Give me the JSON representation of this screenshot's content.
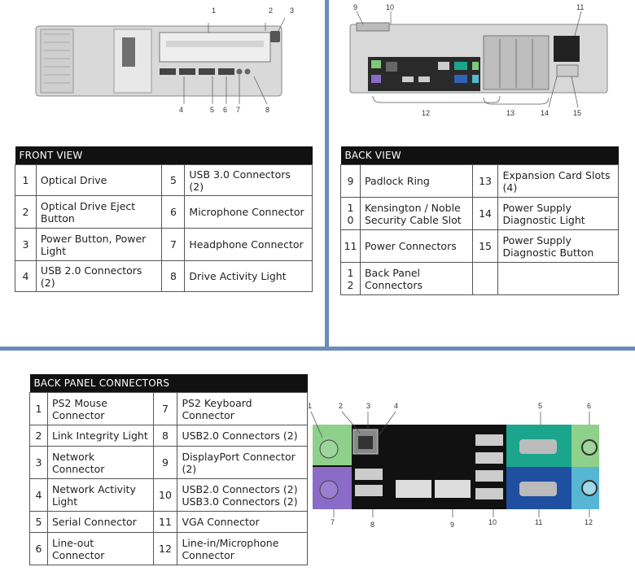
{
  "front_view": {
    "callouts": [
      "1",
      "2",
      "3",
      "4",
      "5",
      "6",
      "7",
      "8"
    ],
    "title": "FRONT VIEW",
    "rows": [
      {
        "n1": "1",
        "l1": "Optical Drive",
        "n2": "5",
        "l2": "USB 3.0 Connectors (2)"
      },
      {
        "n1": "2",
        "l1": "Optical Drive Eject Button",
        "n2": "6",
        "l2": "Microphone Connector"
      },
      {
        "n1": "3",
        "l1": "Power Button, Power Light",
        "n2": "7",
        "l2": "Headphone Connector"
      },
      {
        "n1": "4",
        "l1": "USB 2.0 Connectors (2)",
        "n2": "8",
        "l2": "Drive Activity Light"
      }
    ]
  },
  "back_view": {
    "callouts": [
      "9",
      "10",
      "11",
      "12",
      "13",
      "14",
      "15"
    ],
    "title": "BACK VIEW",
    "rows": [
      {
        "n1": "9",
        "l1": "Padlock Ring",
        "n2": "13",
        "l2": "Expansion Card Slots (4)"
      },
      {
        "n1": "1\n0",
        "l1": "Kensington / Noble Security Cable Slot",
        "n2": "14",
        "l2": "Power Supply Diagnostic Light"
      },
      {
        "n1": "11",
        "l1": "Power Connectors",
        "n2": "15",
        "l2": "Power Supply Diagnostic Button"
      },
      {
        "n1": "1\n2",
        "l1": "Back Panel Connectors",
        "n2": "",
        "l2": ""
      }
    ]
  },
  "back_panel": {
    "callouts": [
      "1",
      "2",
      "3",
      "4",
      "5",
      "6",
      "7",
      "8",
      "9",
      "10",
      "11",
      "12"
    ],
    "title": "BACK PANEL CONNECTORS",
    "rows": [
      {
        "n1": "1",
        "l1": "PS2 Mouse Connector",
        "n2": "7",
        "l2": "PS2 Keyboard Connector"
      },
      {
        "n1": "2",
        "l1": "Link Integrity Light",
        "n2": "8",
        "l2": "USB2.0 Connectors (2)"
      },
      {
        "n1": "3",
        "l1": "Network Connector",
        "n2": "9",
        "l2": "DisplayPort Connector (2)"
      },
      {
        "n1": "4",
        "l1": "Network Activity Light",
        "n2": "10",
        "l2": "USB2.0 Connectors (2) USB3.0 Connectors (2)"
      },
      {
        "n1": "5",
        "l1": "Serial Connector",
        "n2": "11",
        "l2": "VGA Connector"
      },
      {
        "n1": "6",
        "l1": "Line-out Connector",
        "n2": "12",
        "l2": "Line-in/Microphone Connector"
      }
    ]
  },
  "colors": {
    "panel_green": "#8fd08a",
    "panel_purple": "#8a6bc7",
    "panel_teal": "#2aa39a",
    "panel_blue": "#1f4fa0",
    "divider": "#6b8cba"
  }
}
